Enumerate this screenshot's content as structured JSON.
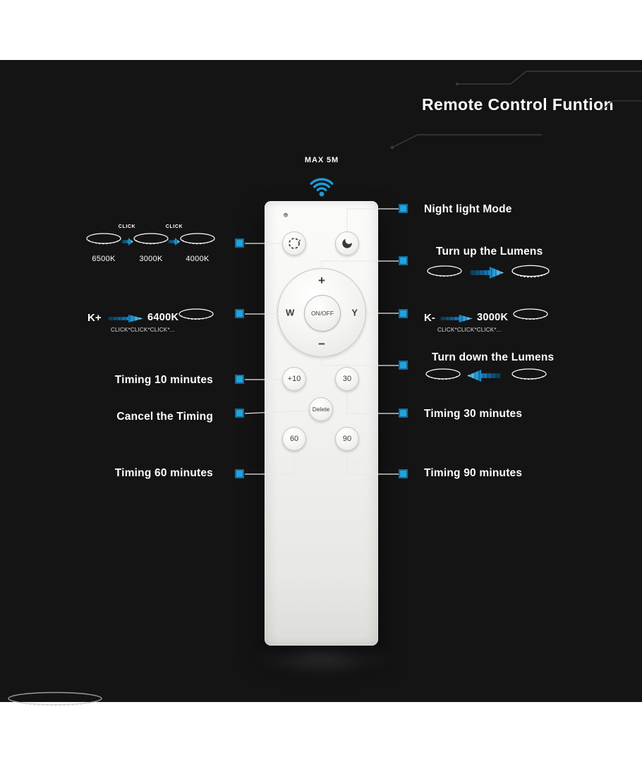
{
  "title": "Remote Control Funtion",
  "range_label": "MAX 5M",
  "remote": {
    "buttons": {
      "plus": "+",
      "minus": "−",
      "w": "W",
      "y": "Y",
      "onoff": "ON/OFF",
      "t10": "+10",
      "t30": "30",
      "delete": "Delete",
      "t60": "60",
      "t90": "90"
    }
  },
  "left": {
    "color_cycle": {
      "click_a": "CLICK",
      "click_b": "CLICK",
      "temp1": "6500K",
      "temp2": "3000K",
      "temp3": "4000K"
    },
    "k_plus": {
      "label": "K+",
      "value": "6400K",
      "clicks": "CLICK*CLICK*CLICK*..."
    },
    "timing10": "Timing 10 minutes",
    "cancel": "Cancel the Timing",
    "timing60": "Timing 60 minutes"
  },
  "right": {
    "night": "Night light Mode",
    "turn_up": "Turn up the Lumens",
    "k_minus": {
      "label": "K-",
      "value": "3000K",
      "clicks": "CLICK*CLICK*CLICK*..."
    },
    "turn_down": "Turn down the Lumens",
    "timing30": "Timing 30 minutes",
    "timing90": "Timing 90 minutes"
  },
  "colors": {
    "accent_blue": "#1e9ad6",
    "marker_fill": "#23a2da",
    "marker_border": "#0e6c9e",
    "background": "#141414"
  },
  "icons": {
    "wifi": "wifi-signal",
    "moon": "crescent-moon",
    "cycle": "color-cycle-dashed-circle",
    "lamp": "ceiling-lamp",
    "marker": "blue-square-marker"
  }
}
